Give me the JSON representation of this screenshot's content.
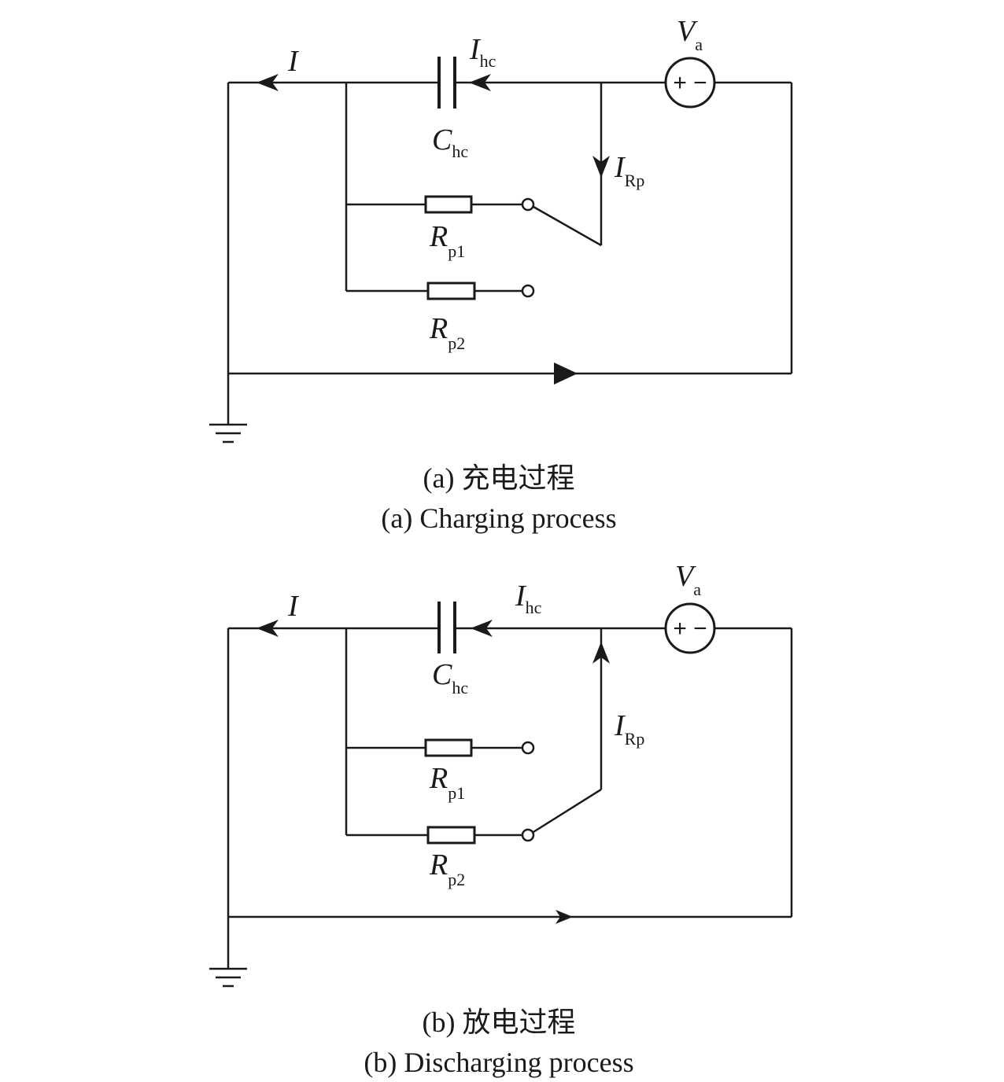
{
  "diagrams": [
    {
      "labels": {
        "current_total": "I",
        "current_cap_main": "I",
        "current_cap_sub": "hc",
        "current_rp_main": "I",
        "current_rp_sub": "Rp",
        "cap_main": "C",
        "cap_sub": "hc",
        "r1_main": "R",
        "r1_sub": "p1",
        "r2_main": "R",
        "r2_sub": "p2",
        "source_main": "V",
        "source_sub": "a",
        "source_signs": "+ −"
      },
      "caption_cn": "(a) 充电过程",
      "caption_en": "(a) Charging process"
    },
    {
      "labels": {
        "current_total": "I",
        "current_cap_main": "I",
        "current_cap_sub": "hc",
        "current_rp_main": "I",
        "current_rp_sub": "Rp",
        "cap_main": "C",
        "cap_sub": "hc",
        "r1_main": "R",
        "r1_sub": "p1",
        "r2_main": "R",
        "r2_sub": "p2",
        "source_main": "V",
        "source_sub": "a",
        "source_signs": "+ −"
      },
      "caption_cn": "(b) 放电过程",
      "caption_en": "(b) Discharging process"
    }
  ]
}
